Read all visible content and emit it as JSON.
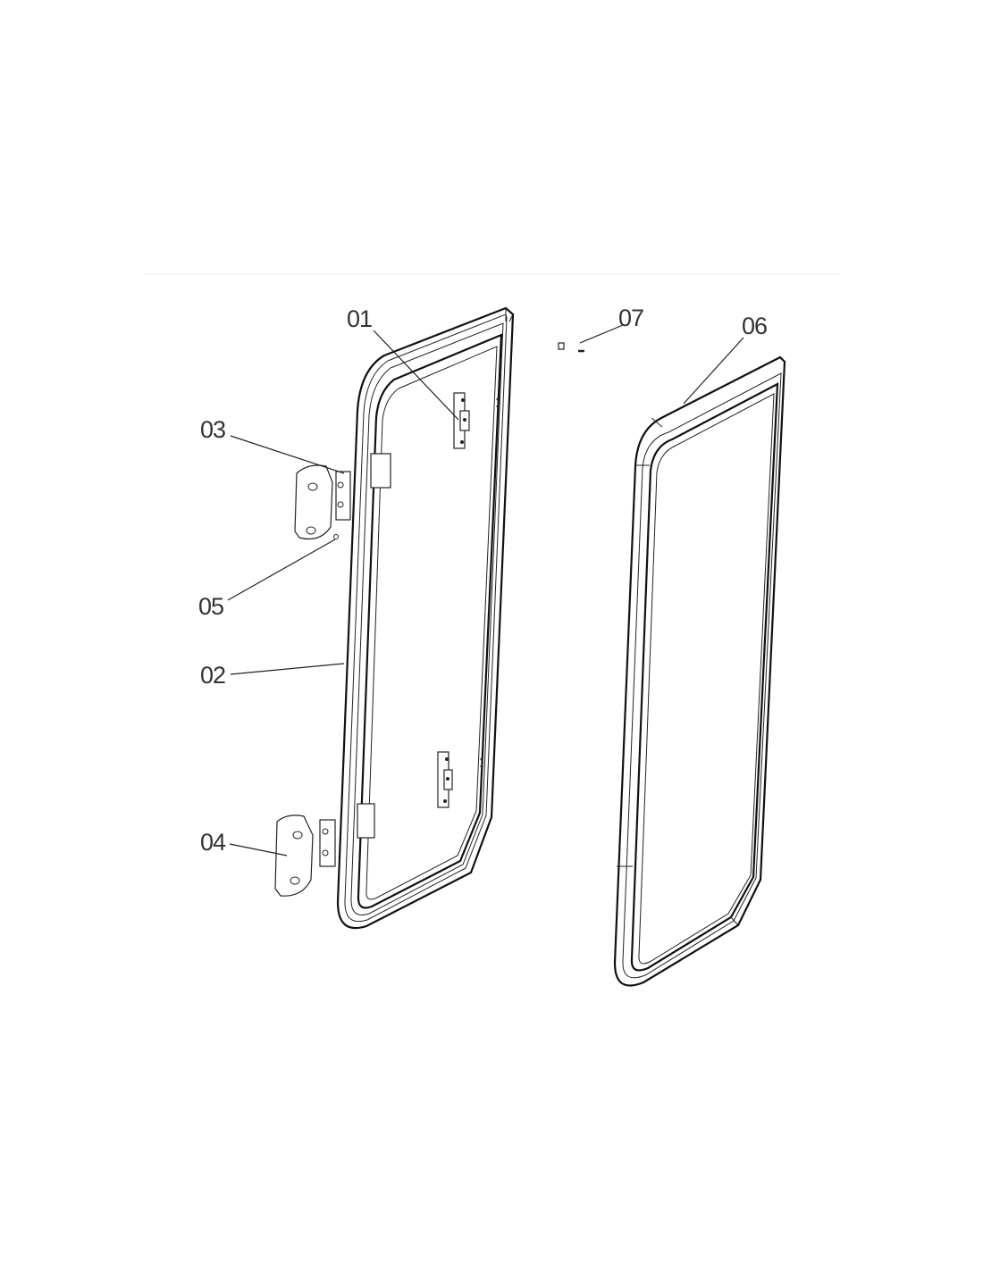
{
  "diagram": {
    "labels": {
      "p01": "01",
      "p02": "02",
      "p03": "03",
      "p04": "04",
      "p05": "05",
      "p06": "06",
      "p07": "07"
    }
  }
}
